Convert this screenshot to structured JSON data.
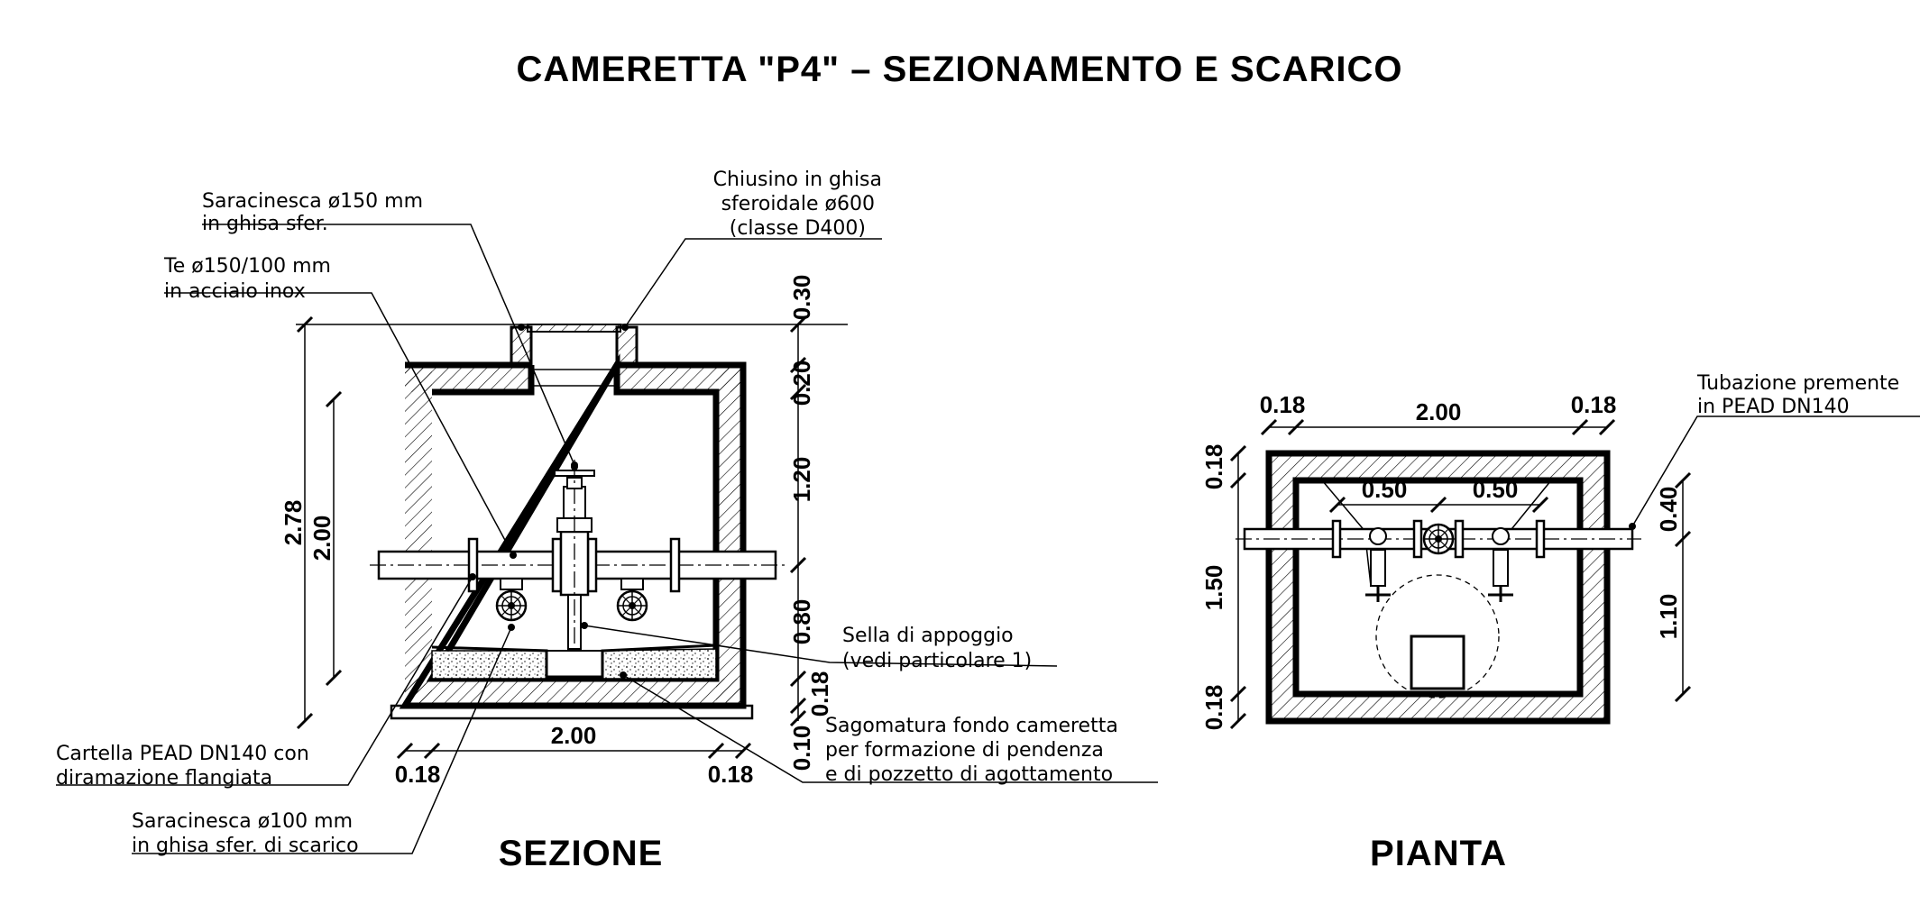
{
  "title": "CAMERETTA \"P4\" – SEZIONAMENTO E SCARICO",
  "section": {
    "caption": "SEZIONE",
    "annotations": {
      "saracinesca150_l1": "Saracinesca ø150 mm",
      "saracinesca150_l2": "in ghisa sfer.",
      "te_l1": "Te ø150/100 mm",
      "te_l2": "in acciaio inox",
      "chiusino_l1": "Chiusino in ghisa",
      "chiusino_l2": "sferoidale ø600",
      "chiusino_l3": "(classe D400)",
      "sella_l1": "Sella di appoggio",
      "sella_l2": "(vedi particolare 1)",
      "sagomatura_l1": "Sagomatura fondo cameretta",
      "sagomatura_l2": "per formazione di pendenza",
      "sagomatura_l3": "e di pozzetto di agottamento",
      "cartella_l1": "Cartella PEAD DN140 con",
      "cartella_l2": "diramazione flangiata",
      "saracinesca100_l1": "Saracinesca ø100 mm",
      "saracinesca100_l2": "in ghisa sfer. di scarico"
    },
    "dimensions": {
      "total_height": "2.78",
      "inner_height": "2.00",
      "bottom_width": "2.00",
      "wall_left": "0.18",
      "wall_right": "0.18",
      "top_030": "0.30",
      "top_020": "0.20",
      "mid_120": "1.20",
      "low_080": "0.80",
      "floor_018": "0.18",
      "base_010": "0.10"
    }
  },
  "plan": {
    "caption": "PIANTA",
    "annotations": {
      "tubazione_l1": "Tubazione premente",
      "tubazione_l2": "in PEAD DN140"
    },
    "dimensions": {
      "width": "2.00",
      "wall_left": "0.18",
      "wall_right": "0.18",
      "spacing_left": "0.50",
      "spacing_right": "0.50",
      "height": "1.50",
      "wall_top": "0.18",
      "wall_bottom": "0.18",
      "right_040": "0.40",
      "right_110": "1.10"
    }
  }
}
